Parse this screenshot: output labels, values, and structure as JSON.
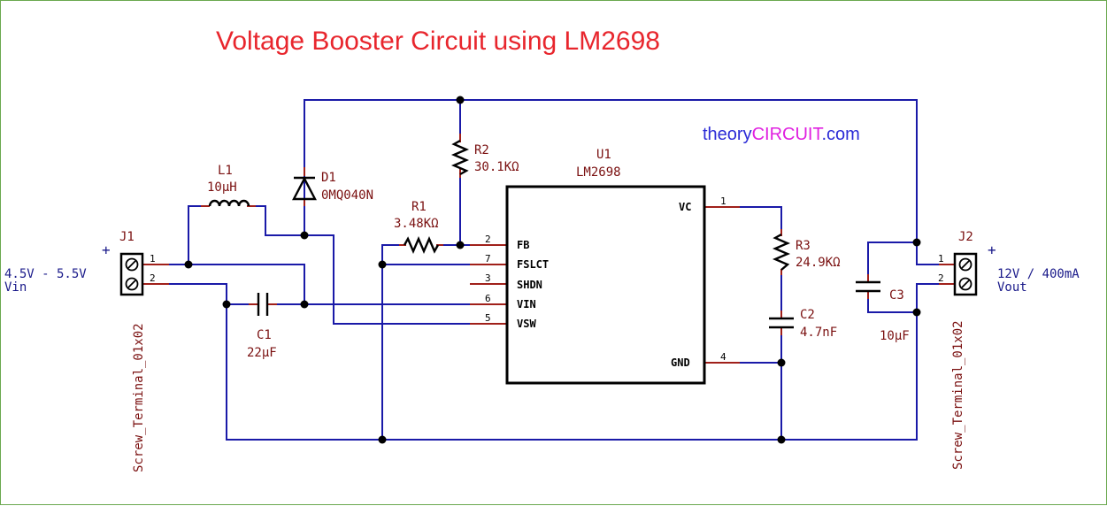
{
  "title": "Voltage Booster Circuit using LM2698",
  "brand": {
    "prefix": "theory",
    "highlight": "CIRCUIT",
    "suffix": ".com"
  },
  "colors": {
    "title": "#e8262d",
    "wire": "#1a1aa8",
    "pin": "#a0201a",
    "label": "#7a1010",
    "brand_blue": "#2b2bd6",
    "brand_magenta": "#e020e0"
  },
  "components": {
    "u1": {
      "ref": "U1",
      "value": "LM2698"
    },
    "l1": {
      "ref": "L1",
      "value": "10µH"
    },
    "d1": {
      "ref": "D1",
      "value": "0MQ040N"
    },
    "r1": {
      "ref": "R1",
      "value": "3.48KΩ"
    },
    "r2": {
      "ref": "R2",
      "value": "30.1KΩ"
    },
    "r3": {
      "ref": "R3",
      "value": "24.9KΩ"
    },
    "c1": {
      "ref": "C1",
      "value": "22µF"
    },
    "c2": {
      "ref": "C2",
      "value": "4.7nF"
    },
    "c3": {
      "ref": "C3",
      "value": "10µF"
    },
    "j1": {
      "ref": "J1",
      "value": "Screw_Terminal_01x02",
      "pin1": "1",
      "pin2": "2"
    },
    "j2": {
      "ref": "J2",
      "value": "Screw_Terminal_01x02",
      "pin1": "1",
      "pin2": "2"
    }
  },
  "u1_pins": {
    "fb": {
      "num": "2",
      "name": "FB"
    },
    "fslct": {
      "num": "7",
      "name": "FSLCT"
    },
    "shdn": {
      "num": "3",
      "name": "SHDN"
    },
    "vin": {
      "num": "6",
      "name": "VIN"
    },
    "vsw": {
      "num": "5",
      "name": "VSW"
    },
    "vc": {
      "num": "1",
      "name": "VC"
    },
    "gnd": {
      "num": "4",
      "name": "GND"
    }
  },
  "input_label": {
    "plus": "+",
    "voltage": "4.5V - 5.5V",
    "name": "Vin"
  },
  "output_label": {
    "plus": "+",
    "voltage": "12V / 400mA",
    "name": "Vout"
  }
}
